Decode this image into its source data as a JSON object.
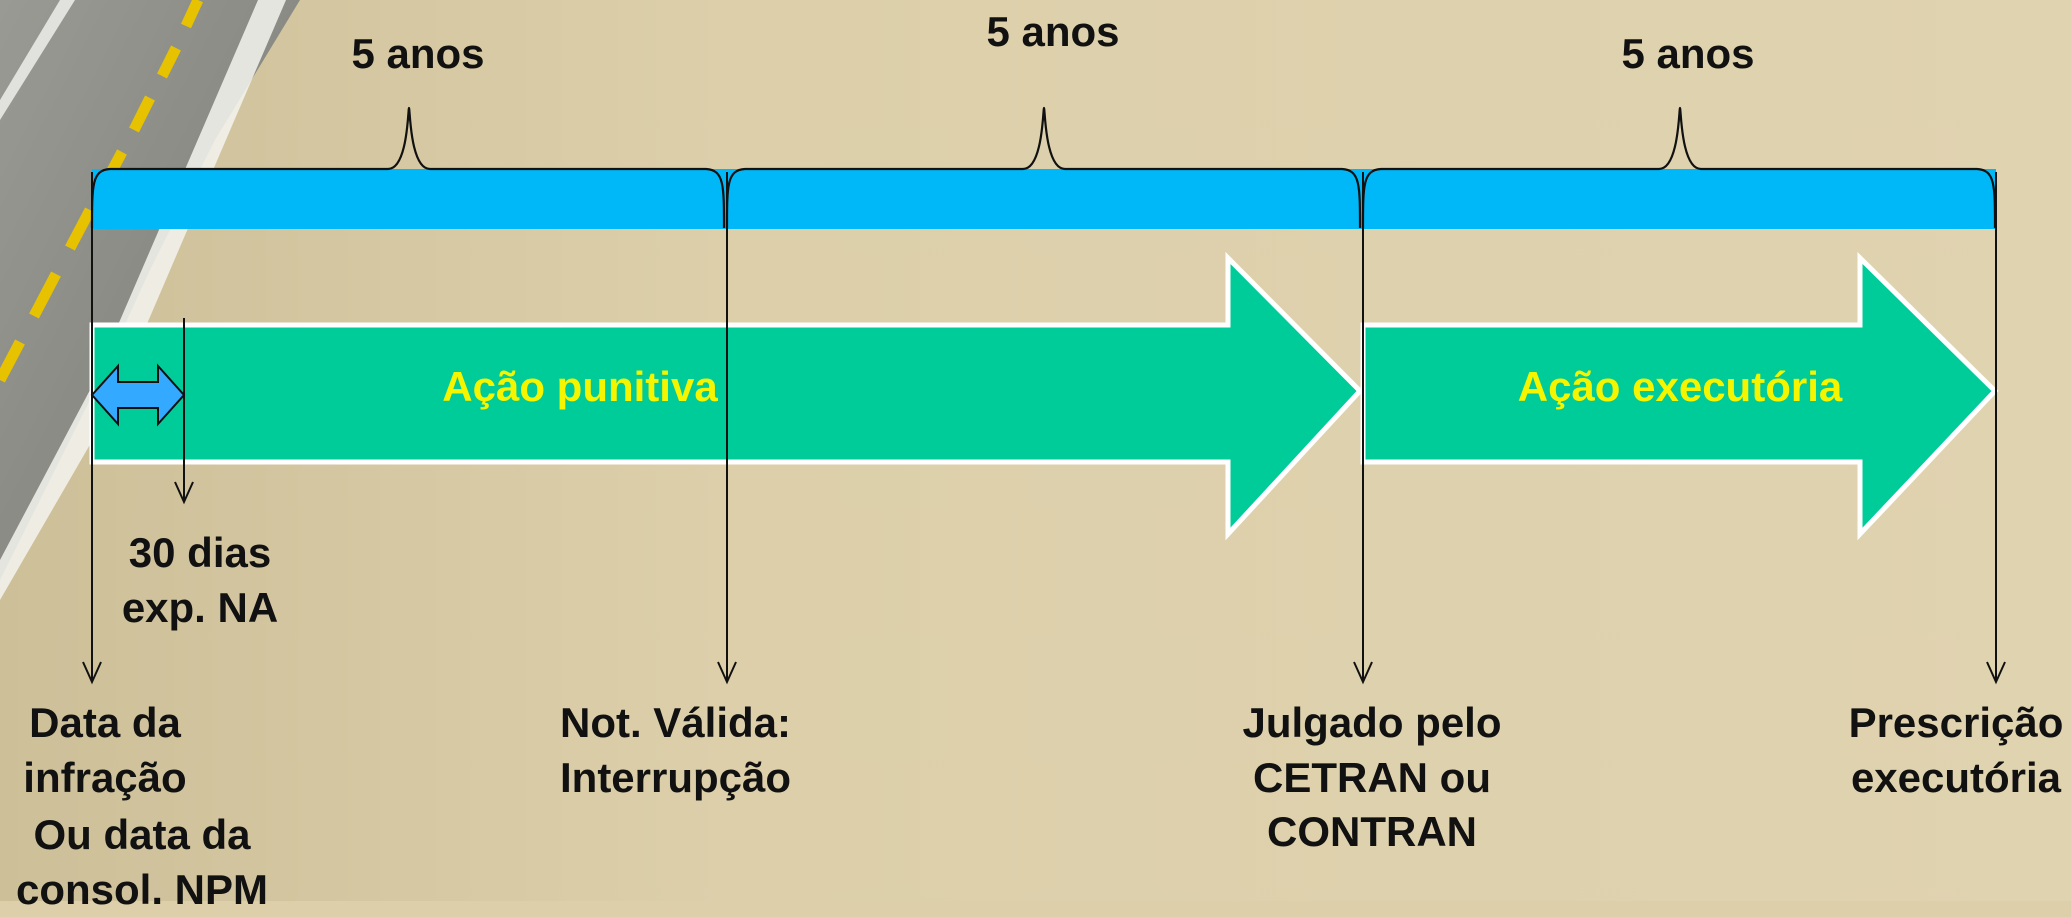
{
  "periods": [
    {
      "label": "5 anos"
    },
    {
      "label": "5 anos"
    },
    {
      "label": "5 anos"
    }
  ],
  "actions": {
    "punitive": "Ação punitiva",
    "executory": "Ação executória"
  },
  "notice": {
    "line1": "30 dias",
    "line2": "exp. NA"
  },
  "milestones": [
    {
      "lines": [
        "Data da",
        "infração"
      ],
      "extra": [
        "Ou data da",
        "consol. NPM"
      ]
    },
    {
      "lines": [
        "Not. Válida:",
        "Interrupção"
      ]
    },
    {
      "lines": [
        "Julgado pelo",
        "CETRAN ou",
        "CONTRAN"
      ]
    },
    {
      "lines": [
        "Prescrição",
        "executória"
      ]
    }
  ],
  "colors": {
    "background": "#dccfaa",
    "band": "#00b8f8",
    "arrow": "#00cc99",
    "arrow_text": "#f5f500",
    "road": "#8e8e88",
    "road_dash": "#e6c200",
    "double_arrow": "#33aaff"
  }
}
